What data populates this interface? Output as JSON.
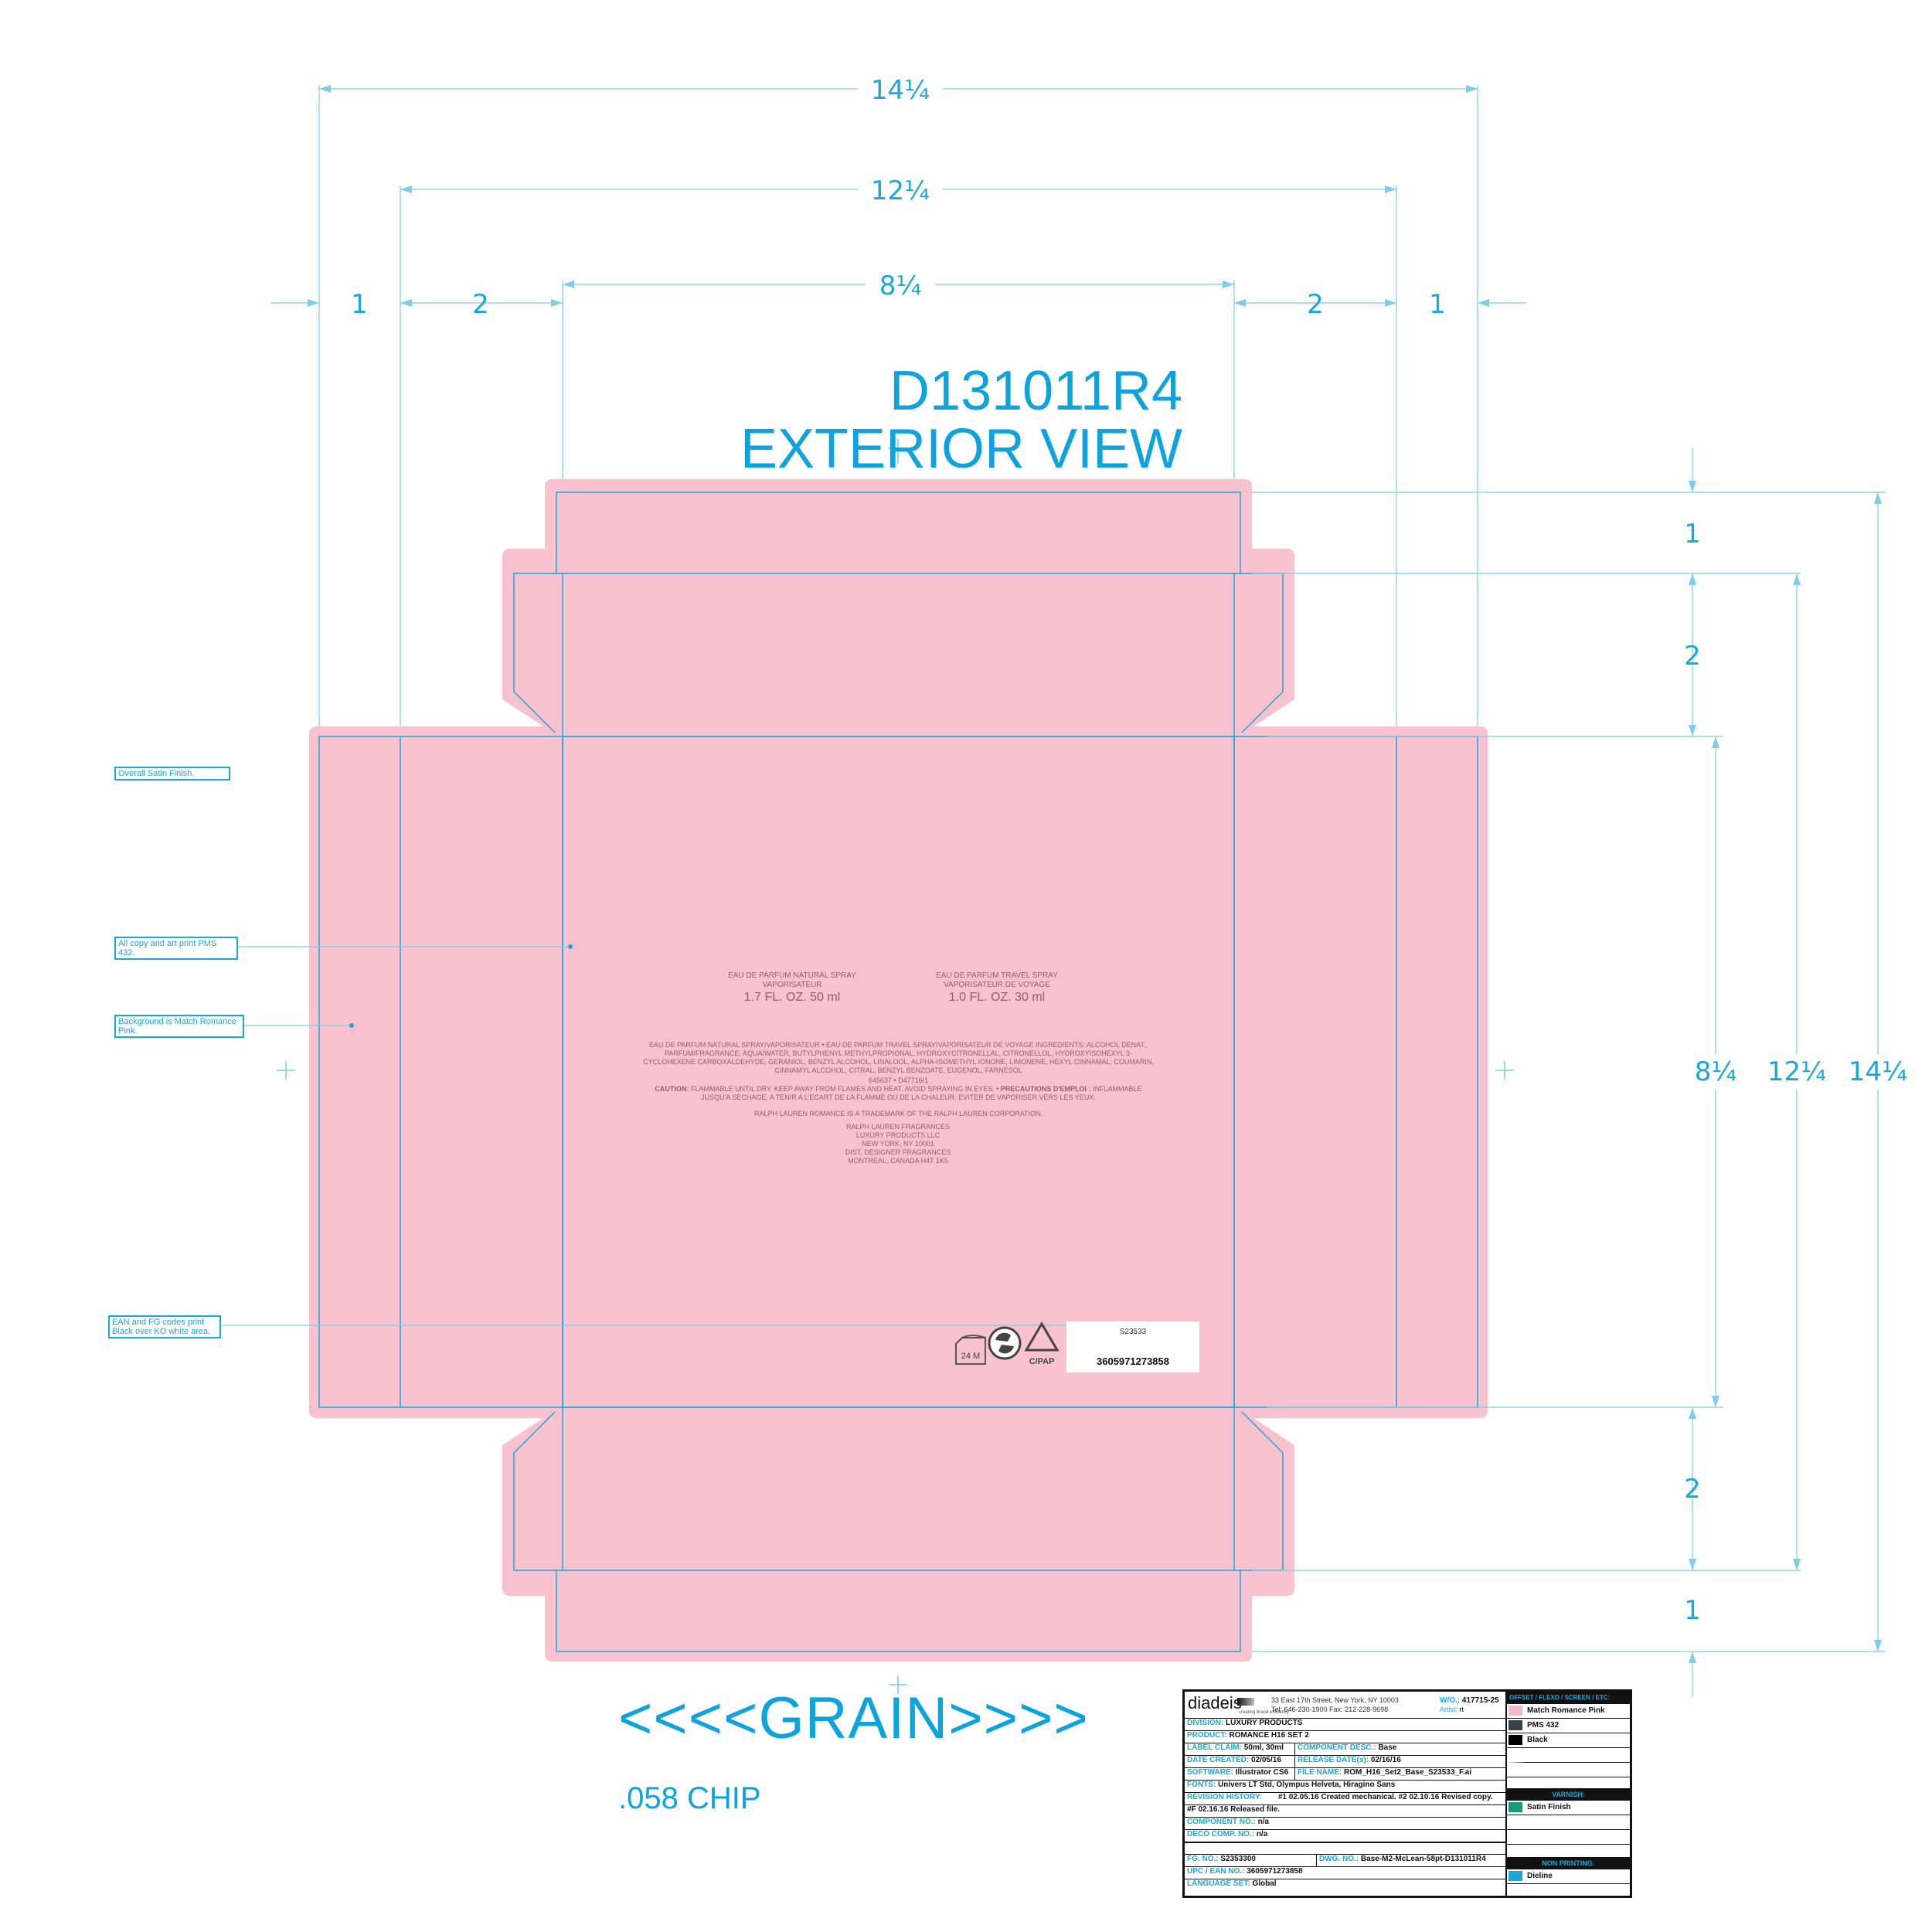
{
  "title": {
    "line1": "D131011R4",
    "line2": "EXTERIOR VIEW"
  },
  "dimensions": {
    "top_overall": "14¼",
    "top_middle": "12¼",
    "top_inner": "8¼",
    "left_flap": "1",
    "left_side": "2",
    "right_side": "2",
    "right_flap": "1",
    "right_top_flap": "1",
    "right_top_side": "2",
    "right_inner": "8¼",
    "right_middle": "12¼",
    "right_overall": "14¼",
    "right_bottom_side": "2",
    "right_bottom_flap": "1"
  },
  "notes": {
    "satin": "Overall Satin Finish.",
    "copy": "All copy and art print PMS 432.",
    "background": "Background is Match Romance Pink.",
    "ean": "EAN and FG codes print Black over KO white area."
  },
  "panel_copy": {
    "left_product": {
      "line1": "EAU DE PARFUM NATURAL SPRAY",
      "line2": "VAPORISATEUR",
      "size": "1.7 FL. OZ.    50 ml"
    },
    "right_product": {
      "line1": "EAU DE PARFUM TRAVEL SPRAY",
      "line2": "VAPORISATEUR DE VOYAGE",
      "size": "1.0 FL. OZ.    30 ml"
    },
    "ingredients": "EAU DE PARFUM NATURAL SPRAY/VAPORISATEUR • EAU DE PARFUM TRAVEL SPRAY/VAPORISATEUR DE VOYAGE INGREDIENTS: ALCOHOL DENAT., PARFUM/FRAGRANCE, AQUA/WATER, BUTYLPHENYL METHYLPROPIONAL, HYDROXYCITRONELLAL, CITRONELLOL, HYDROXYISOHEXYL 3-CYCLOHEXENE CARBOXALDEHYDE, GERANIOL, BENZYL ALCOHOL, LINALOOL, ALPHA-ISOMETHYL IONONE, LIMONENE, HEXYL CINNAMAL, COUMARIN, CINNAMYL ALCOHOL, CITRAL, BENZYL BENZOATE, EUGENOL, FARNESOL",
    "codes": "645637 • D47716/1",
    "caution_label": "CAUTION:",
    "caution": "FLAMMABLE UNTIL DRY. KEEP AWAY FROM FLAMES AND HEAT. AVOID SPRAYING IN EYES. •",
    "precautions_label": "PRECAUTIONS D'EMPLOI :",
    "precautions": "INFLAMMABLE JUSQU'A SECHAGE. A TENIR A L'ECART DE LA FLAMME OU DE LA CHALEUR. EVITER DE VAPORISER VERS LES YEUX.",
    "trademark": "RALPH LAUREN ROMANCE IS A TRADEMARK OF THE RALPH LAUREN CORPORATION.",
    "address": [
      "RALPH LAUREN FRAGRANCES",
      "LUXURY PRODUCTS LLC",
      "NEW YORK, NY 10001",
      "DIST. DESIGNER FRAGRANCES",
      "MONTREAL, CANADA H4T 1K5"
    ],
    "pao": "24 M",
    "cpap": "C/PAP",
    "fg_code": "S23533",
    "ean_number": "3605971273858"
  },
  "grain": "<<<<GRAIN>>>>",
  "chip": ".058 CHIP",
  "title_block": {
    "company": "diadeis",
    "tagline": "creating brand efficiency",
    "address": "33 East 17th Street, New York, NY 10003",
    "phone": "Tel: 646-230-1900  Fax: 212-228-9698",
    "wo_label": "W/O.:",
    "wo": "417715-25",
    "artist_label": "Artist:",
    "artist": "rt",
    "division_label": "DIVISION:",
    "division": "LUXURY PRODUCTS",
    "product_label": "PRODUCT:",
    "product": "ROMANCE H16 SET 2",
    "claim_label": "LABEL CLAIM:",
    "claim": "50ml, 30ml",
    "comp_desc_label": "COMPONENT DESC.:",
    "comp_desc": "Base",
    "date_label": "DATE CREATED:",
    "date": "02/05/16",
    "release_label": "RELEASE DATE(s):",
    "release": "02/16/16",
    "software_label": "SOFTWARE:",
    "software": "Illustrator CS6",
    "file_label": "FILE NAME:",
    "file": "ROM_H16_Set2_Base_S23533_F.ai",
    "fonts_label": "FONTS:",
    "fonts": "Univers LT Std, Olympus Helveta, Hiragino Sans",
    "revision_label": "REVISION HISTORY:",
    "revision": "#1 02.05.16 Created mechanical. #2 02.10.16 Revised copy.",
    "revision2": "#F 02.16.16 Released file.",
    "comp_no_label": "COMPONENT NO.:",
    "comp_no": "n/a",
    "deco_label": "DECO COMP. NO.:",
    "deco": "n/a",
    "fg_label": "FG. NO.:",
    "fg": "S2353300",
    "dwg_label": "DWG. NO.:",
    "dwg": "Base-M2-McLean-58pt-D131011R4",
    "upc_label": "UPC / EAN NO.:",
    "upc": "3605971273858",
    "lang_label": "LANGUAGE SET:",
    "lang": "Global",
    "colors_header": "OFFSET / FLEXO / SCREEN / ETC:",
    "color1": "Match Romance Pink",
    "color2": "PMS 432",
    "color3": "Black",
    "varnish_header": "VARNISH:",
    "varnish1": "Satin Finish",
    "nonprint_header": "NON PRINTING:",
    "nonprint1": "Dieline",
    "swatch_pink": "#f5b8c6",
    "swatch_432": "#3a3f47",
    "swatch_black": "#000000",
    "swatch_satin": "#1a9a7a",
    "swatch_dieline": "#1aa7dc"
  },
  "colors": {
    "pink": "#f8c3cf",
    "dieline": "#1aa7dc"
  }
}
